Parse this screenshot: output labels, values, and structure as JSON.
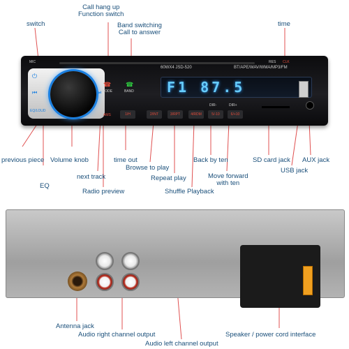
{
  "labels": {
    "switch": "switch",
    "call_hangup": "Call hang up\nFunction switch",
    "band_switching": "Band switching\nCall to answer",
    "time": "time",
    "previous_piece": "previous piece",
    "volume_knob": "Volume knob",
    "next_track": "next track",
    "eq": "EQ",
    "radio_preview": "Radio preview",
    "time_out": "time out",
    "browse_to_play": "Browse to play",
    "repeat_play": "Repeat play",
    "shuffle_playback": "Shuffle Playback",
    "back_by_ten": "Back by ten",
    "move_forward": "Move forward\nwith ten",
    "sd_card_jack": "SD card jack",
    "usb_jack": "USB jack",
    "aux_jack": "AUX jack",
    "antenna_jack": "Antenna jack",
    "audio_right": "Audio right channel output",
    "audio_left": "Audio left channel output",
    "speaker_power": "Speaker / power cord interface"
  },
  "device": {
    "model": "60WX4   JSD-520",
    "formats": "BT/APE/WAV/WMA/MP3/FM",
    "display": "F1 87.5",
    "mic": "MIC",
    "res": "RES",
    "clk": "CLK",
    "mode": "MODE",
    "band": "BAND",
    "eq_loud": "EQ/LOUD",
    "ams": "AMS",
    "buttons": [
      "1/H",
      "2/INT",
      "3/RPT",
      "4/RDM",
      "5/-10",
      "6/+10"
    ],
    "dir_minus": "DIR-",
    "dir_plus": "DIR+"
  },
  "colors": {
    "label_blue": "#1a4f7a",
    "leader_red": "#e05050",
    "lcd_blue": "#66ccff"
  }
}
